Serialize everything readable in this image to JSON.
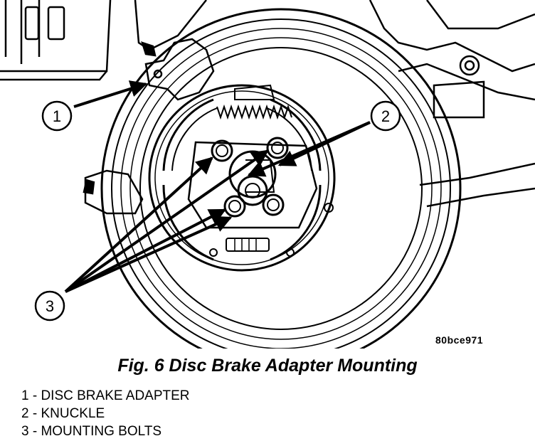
{
  "figure_code": "80bce971",
  "caption": "Fig. 6 Disc Brake Adapter Mounting",
  "callouts": [
    "1",
    "2",
    "3"
  ],
  "legend": [
    "1 - DISC BRAKE ADAPTER",
    "2 - KNUCKLE",
    "3 - MOUNTING BOLTS"
  ]
}
